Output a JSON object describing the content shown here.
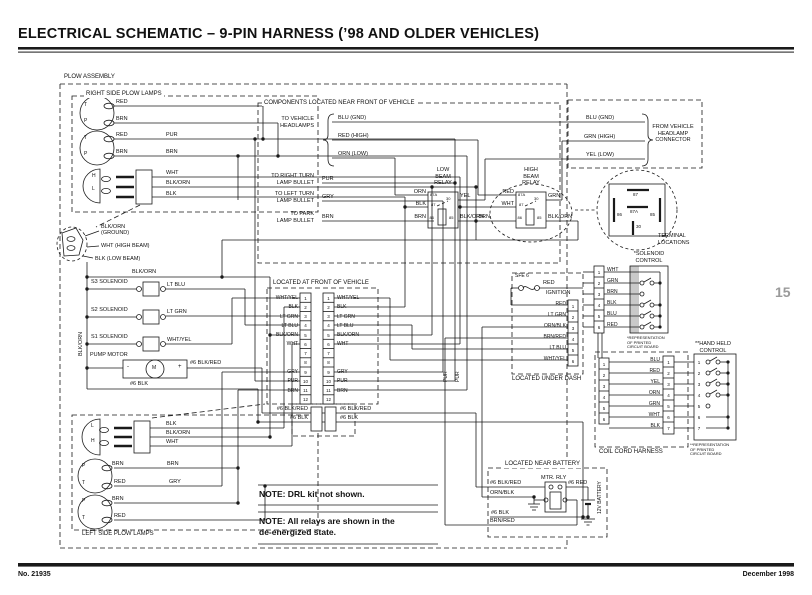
{
  "header": {
    "title": "ELECTRICAL SCHEMATIC – 9-PIN HARNESS (’98 AND OLDER VEHICLES)"
  },
  "footer": {
    "doc_number": "No. 21935",
    "date": "December 1998"
  },
  "page_number": "15",
  "notes": {
    "n1": "NOTE:  DRL kit not shown.",
    "n2": "NOTE:  All relays are shown in the\nde-energized state."
  },
  "plow": {
    "label": "PLOW ASSEMBLY",
    "right_label": "RIGHT SIDE PLOW LAMPS",
    "left_label": "LEFT SIDE PLOW LAMPS",
    "t1": "T",
    "p1": "P",
    "t2": "T",
    "p2": "P",
    "h_r": "H",
    "l_r": "L",
    "l_l": "L",
    "h_l": "H",
    "p3": "P",
    "t3": "T",
    "p4": "P",
    "t4": "T",
    "rl1_red": "RED",
    "rl1_brn": "BRN",
    "rl2_red": "RED",
    "rl2_brn": "BRN",
    "pur": "PUR",
    "brn": "BRN",
    "hw": "WHT",
    "hbo": "BLK/ORN",
    "hb": "BLK",
    "gnd1": "BLK/ORN\n(GROUND)",
    "gnd2": "WHT (HIGH BEAM)",
    "gnd3": "BLK (LOW BEAM)",
    "bo_top": "BLK/ORN",
    "s3": "S3 SOLENOID",
    "s3w": "LT BLU",
    "s2": "S2 SOLENOID",
    "s2w": "LT GRN",
    "s1": "S1 SOLENOID",
    "s1w": "WHT/YEL",
    "bo_vert": "BLK/ORN",
    "pump": "PUMP MOTOR",
    "m": "M",
    "minus": "-",
    "plus": "+",
    "mw1": "#6 BLK/RED",
    "mw2": "#6 BLK",
    "llb": "BLK",
    "llbo": "BLK/ORN",
    "llw": "WHT",
    "l3_brn": "BRN",
    "l3_red": "RED",
    "l4_brn": "BRN",
    "l4_red": "RED",
    "lbrn": "BRN",
    "lgry": "GRY"
  },
  "components": {
    "label": "COMPONENTS LOCATED NEAR FRONT OF VEHICLE",
    "to_head": "TO VEHICLE\nHEADLAMPS",
    "blu": "BLU (GND)",
    "red": "RED (HIGH)",
    "orn": "ORN (LOW)",
    "trt": "TO RIGHT TURN\nLAMP BULLET",
    "pur": "PUR",
    "tlt": "TO LEFT TURN\nLAMP BULLET",
    "gry": "GRY",
    "tp": "TO PARK\nLAMP BULLET",
    "brn": "BRN"
  },
  "relays": {
    "low": {
      "name": "LOW\nBEAM\nRELAY",
      "in87a": "ORN",
      "out30": "YEL",
      "in87": "BLK",
      "p87a": "87A",
      "p30": "30",
      "p87": "87",
      "p86": "86",
      "p85": "85",
      "w86": "BRN",
      "w85": "BLK/ORN"
    },
    "high": {
      "name": "HIGH\nBEAM\nRELAY",
      "in87a": "RED",
      "out30": "GRN",
      "in87": "WHT",
      "p87a": "87A",
      "p30": "30",
      "p87": "87",
      "p86": "86",
      "p85": "85",
      "w86": "BRN",
      "w85": "BLK/ORN"
    }
  },
  "headlamp_conn": {
    "label": "FROM VEHICLE\nHEADLAMP\nCONNECTOR",
    "blu": "BLU (GND)",
    "grn": "GRN (HIGH)",
    "yel": "YEL (LOW)"
  },
  "terminal": {
    "label": "TERMINAL\nLOCATIONS",
    "p87": "87",
    "p87a": "87A",
    "p86": "86",
    "p85": "85",
    "p30": "30"
  },
  "front": {
    "label": "LOCATED AT FRONT OF VEHICLE",
    "pins": "1\n2\n3\n4\n5\n6\n7\n8\n9\n10\n11\n12",
    "left_top": "WHT/YEL\nBLK\nLT GRN\nLT BLU\nBLK/ORN\nWHT",
    "left_bot": "GRY\nPUR\nBRN",
    "right_top": "WHT/YEL\nBLK\nLT GRN\nLT BLU\nBLK/ORN\nWHT",
    "right_bot": "GRY\nPUR\nBRN",
    "pur_v1": "PUR",
    "pur_v2": "PUR",
    "l6r": "#6 BLK/RED",
    "l6b": "#6 BLK",
    "r6r": "#6 BLK/RED",
    "r6b": "#6 BLK"
  },
  "under_dash": {
    "label": "LOCATED UNDER DASH",
    "fuse": "SFE 6",
    "red": "RED",
    "ign": "IGNITION",
    "pins": "1\n2\n3\n4\n5\n6",
    "wires": "RED\nLT GRN\nORN/BLK\nBRN/RED\nLT BLU\nWHT/YEL"
  },
  "sol_ctrl": {
    "title": "*SOLENOID\nCONTROL",
    "pins": "1\n2\n3\n4\n5\n6",
    "wires": "WHT\nGRN\nBRN\nBLK\nBLU\nRED",
    "note": "*REPRESENTATION\nOF PRINTED\nCIRCUIT BOARD"
  },
  "coil": {
    "label": "COIL CORD HARNESS",
    "lpins": "1\n2\n3\n4\n5\n6",
    "rpins": "1\n2\n3\n4\n5\n6\n7",
    "wires": "BLU\nRED\nYEL\nORN\nGRN\nWHT\nBLK"
  },
  "hand": {
    "title": "**HAND HELD\nCONTROL",
    "pins": "1\n2\n3\n4\n5\n6\n7",
    "note": "**REPRESENTATION\nOF PRINTED\nCIRCUIT BOARD"
  },
  "battery": {
    "label": "LOCATED NEAR BATTERY",
    "relay": "MTR. RLY",
    "w1": "#6 BLK/RED",
    "w2": "ORN/BLK",
    "w3": "#6 RED",
    "w4": "#6 BLK",
    "w5": "BRN/RED",
    "bat": "12V BATTERY"
  }
}
